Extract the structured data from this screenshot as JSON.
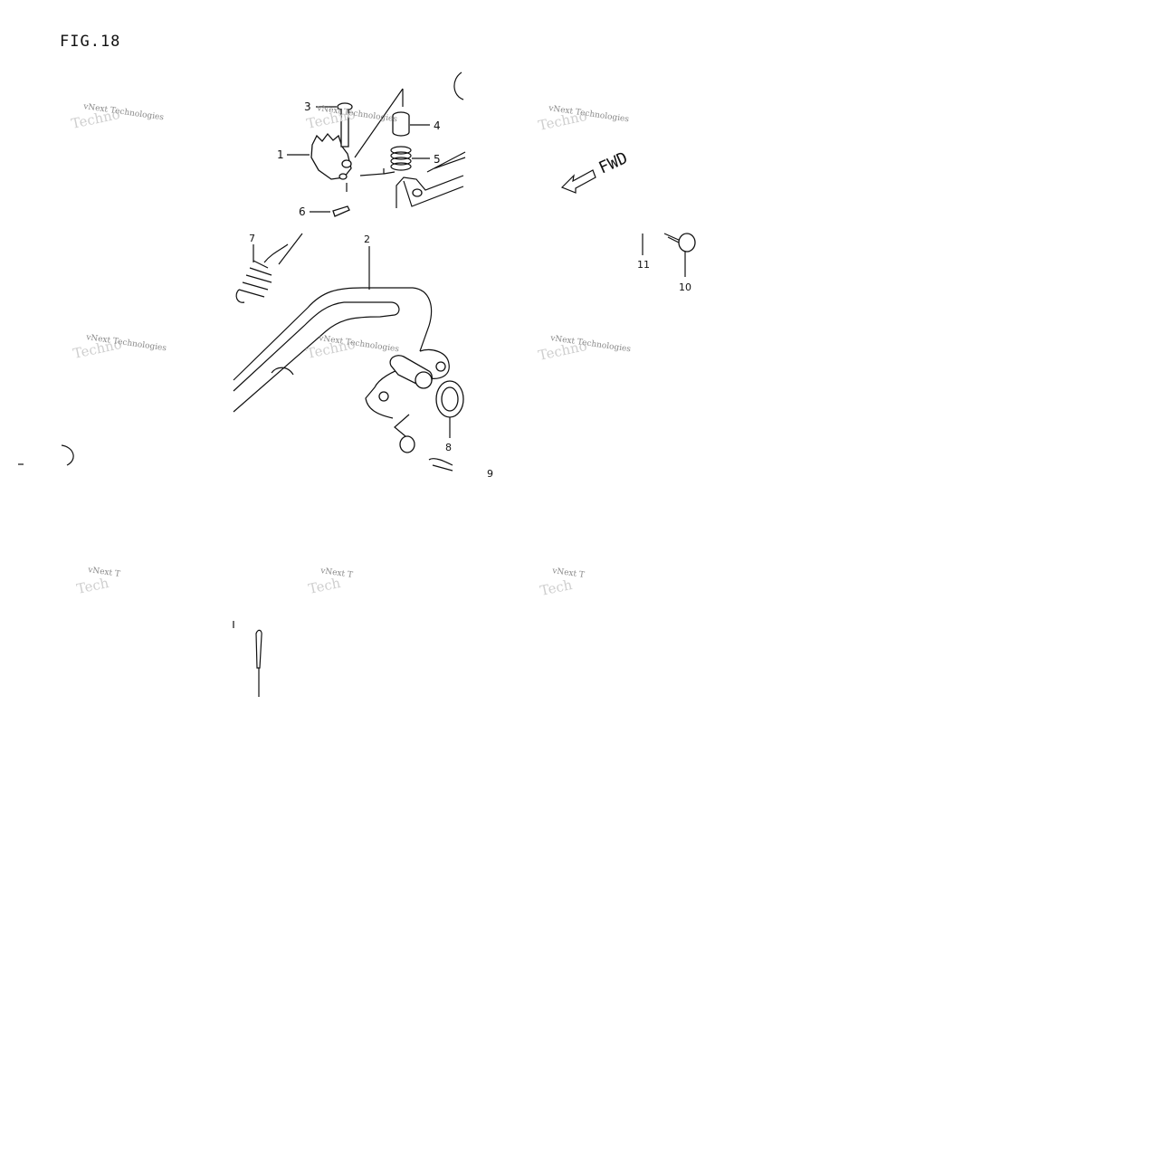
{
  "figure": {
    "title": "FIG.18"
  },
  "callouts": {
    "c1": "1",
    "c2": "2",
    "c3": "3",
    "c4": "4",
    "c5": "5",
    "c6": "6",
    "c7": "7",
    "c8": "8",
    "c9": "9",
    "c10": "10",
    "c11": "11"
  },
  "direction_label": "FWD",
  "watermark": {
    "line1": "vNext Technologies",
    "line2": "Techno"
  }
}
